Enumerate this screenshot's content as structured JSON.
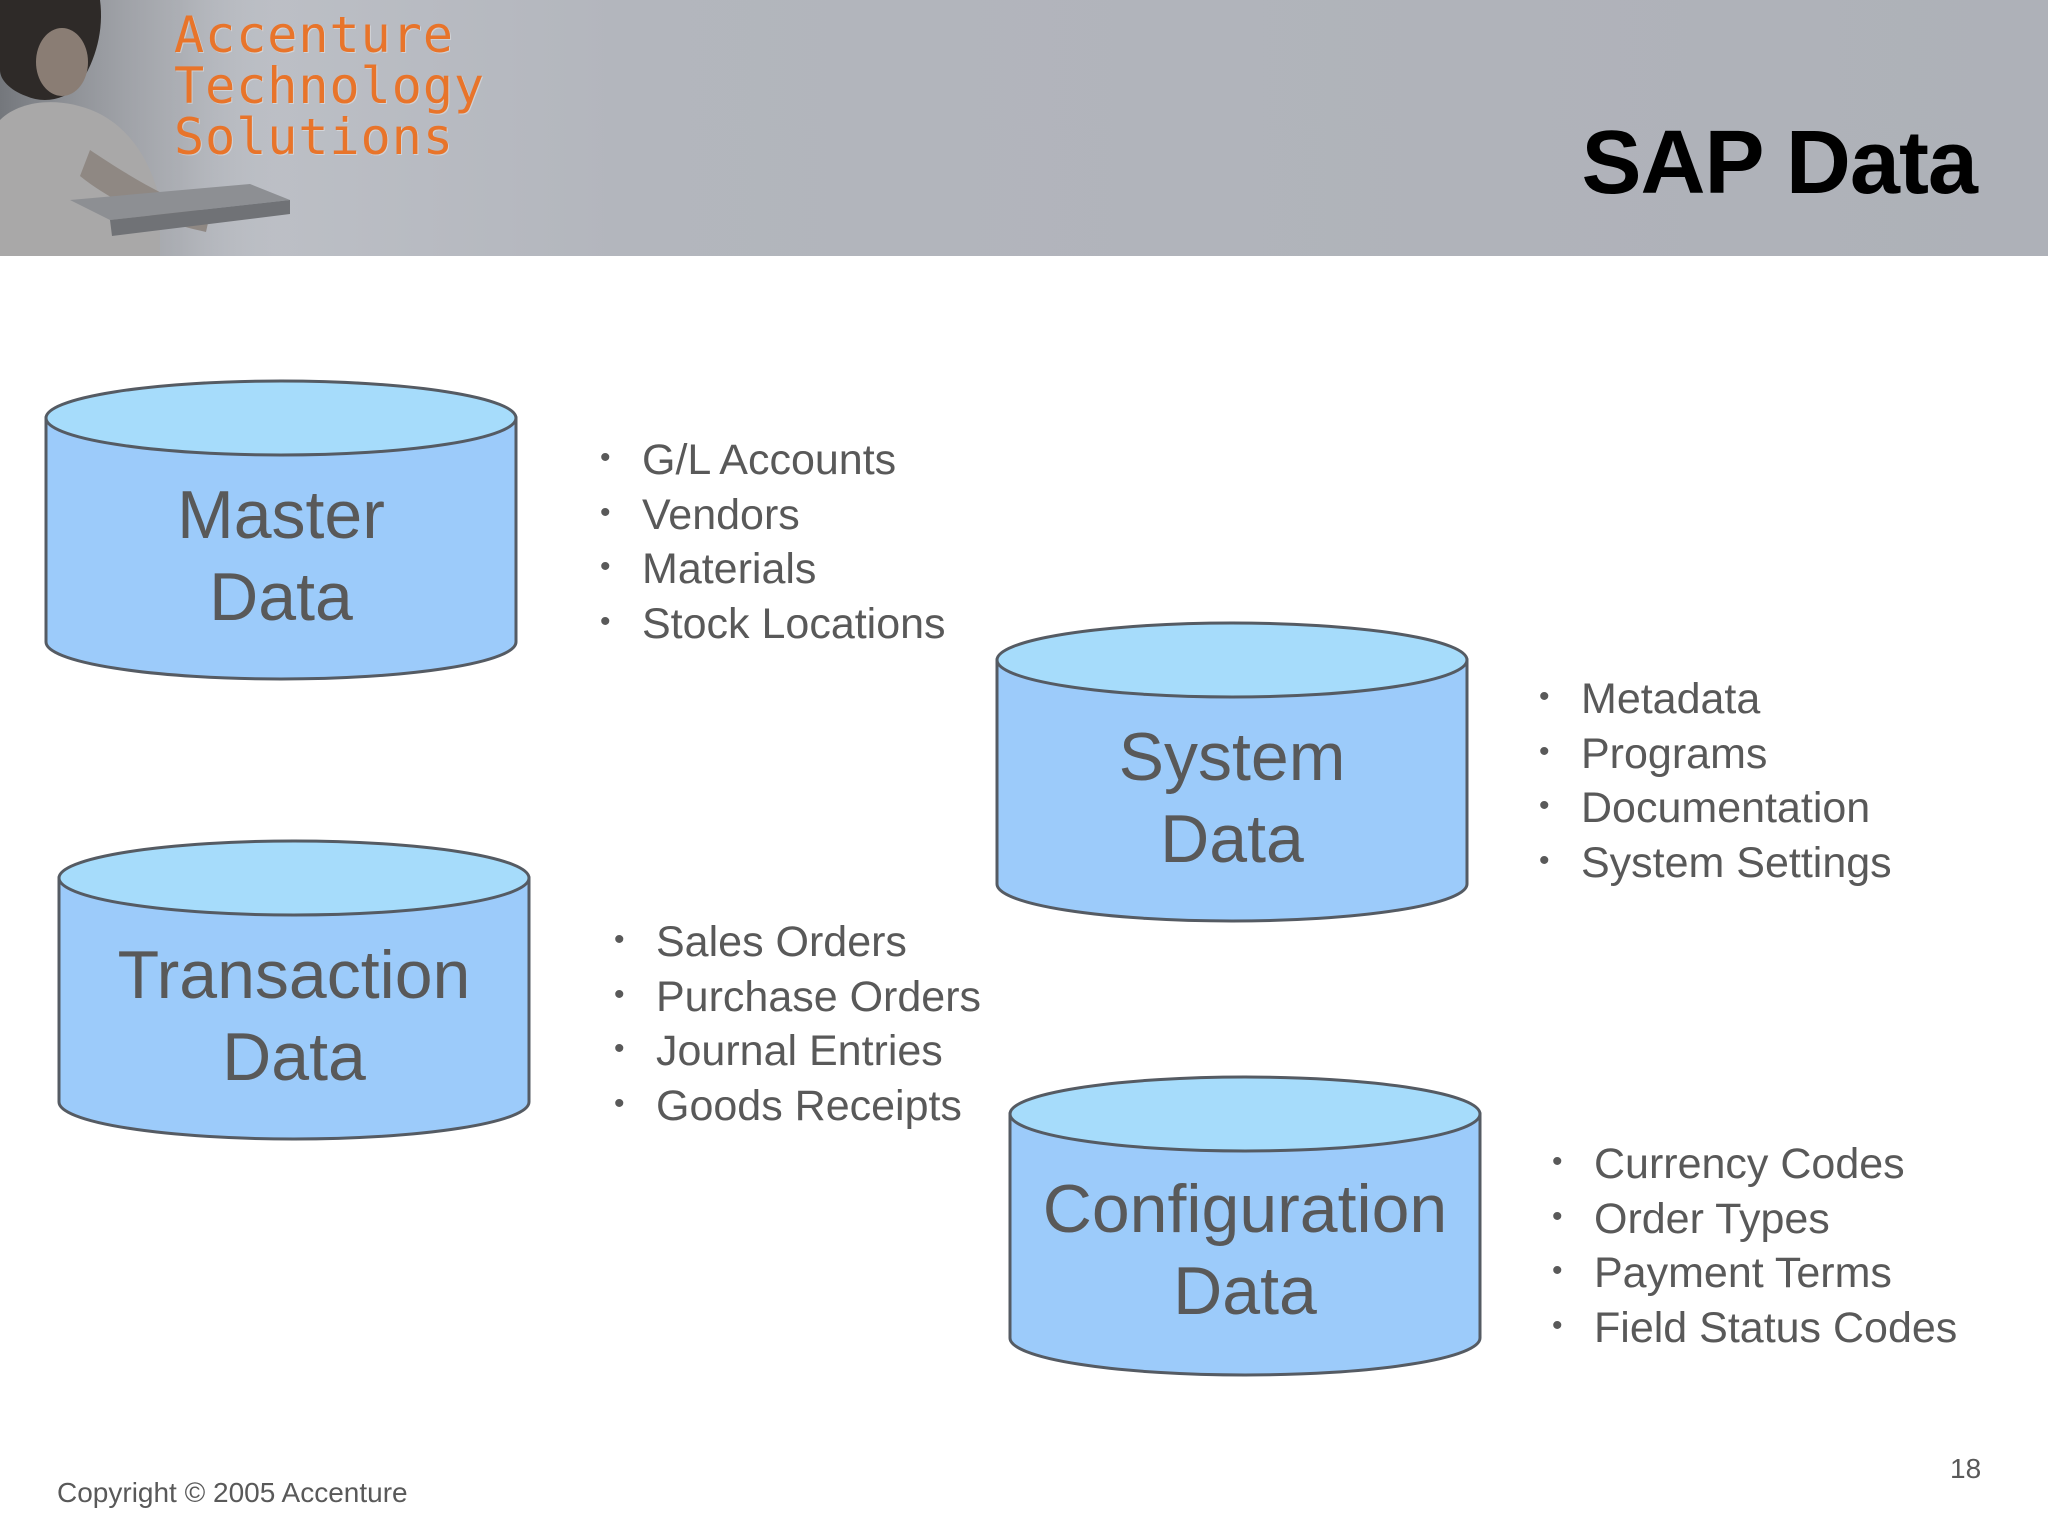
{
  "header": {
    "logo_lines": [
      "Accenture",
      "Technology",
      "Solutions"
    ],
    "title": "SAP Data"
  },
  "colors": {
    "cylinder_top": "#a6dcfb",
    "cylinder_body": "#9ccbfa",
    "cylinder_stroke": "#555b63",
    "label_text": "#595959",
    "logo": "#e8742a"
  },
  "databases": [
    {
      "line1": "Master",
      "line2": "Data",
      "items": [
        "G/L Accounts",
        "Vendors",
        "Materials",
        "Stock Locations"
      ]
    },
    {
      "line1": "System",
      "line2": "Data",
      "items": [
        "Metadata",
        "Programs",
        "Documentation",
        "System Settings"
      ]
    },
    {
      "line1": "Transaction",
      "line2": "Data",
      "items": [
        "Sales Orders",
        "Purchase Orders",
        "Journal Entries",
        "Goods Receipts"
      ]
    },
    {
      "line1": "Configuration",
      "line2": "Data",
      "items": [
        "Currency Codes",
        "Order Types",
        "Payment Terms",
        "Field Status Codes"
      ]
    }
  ],
  "footer": {
    "copyright": "Copyright © 2005 Accenture",
    "page_number": "18"
  }
}
